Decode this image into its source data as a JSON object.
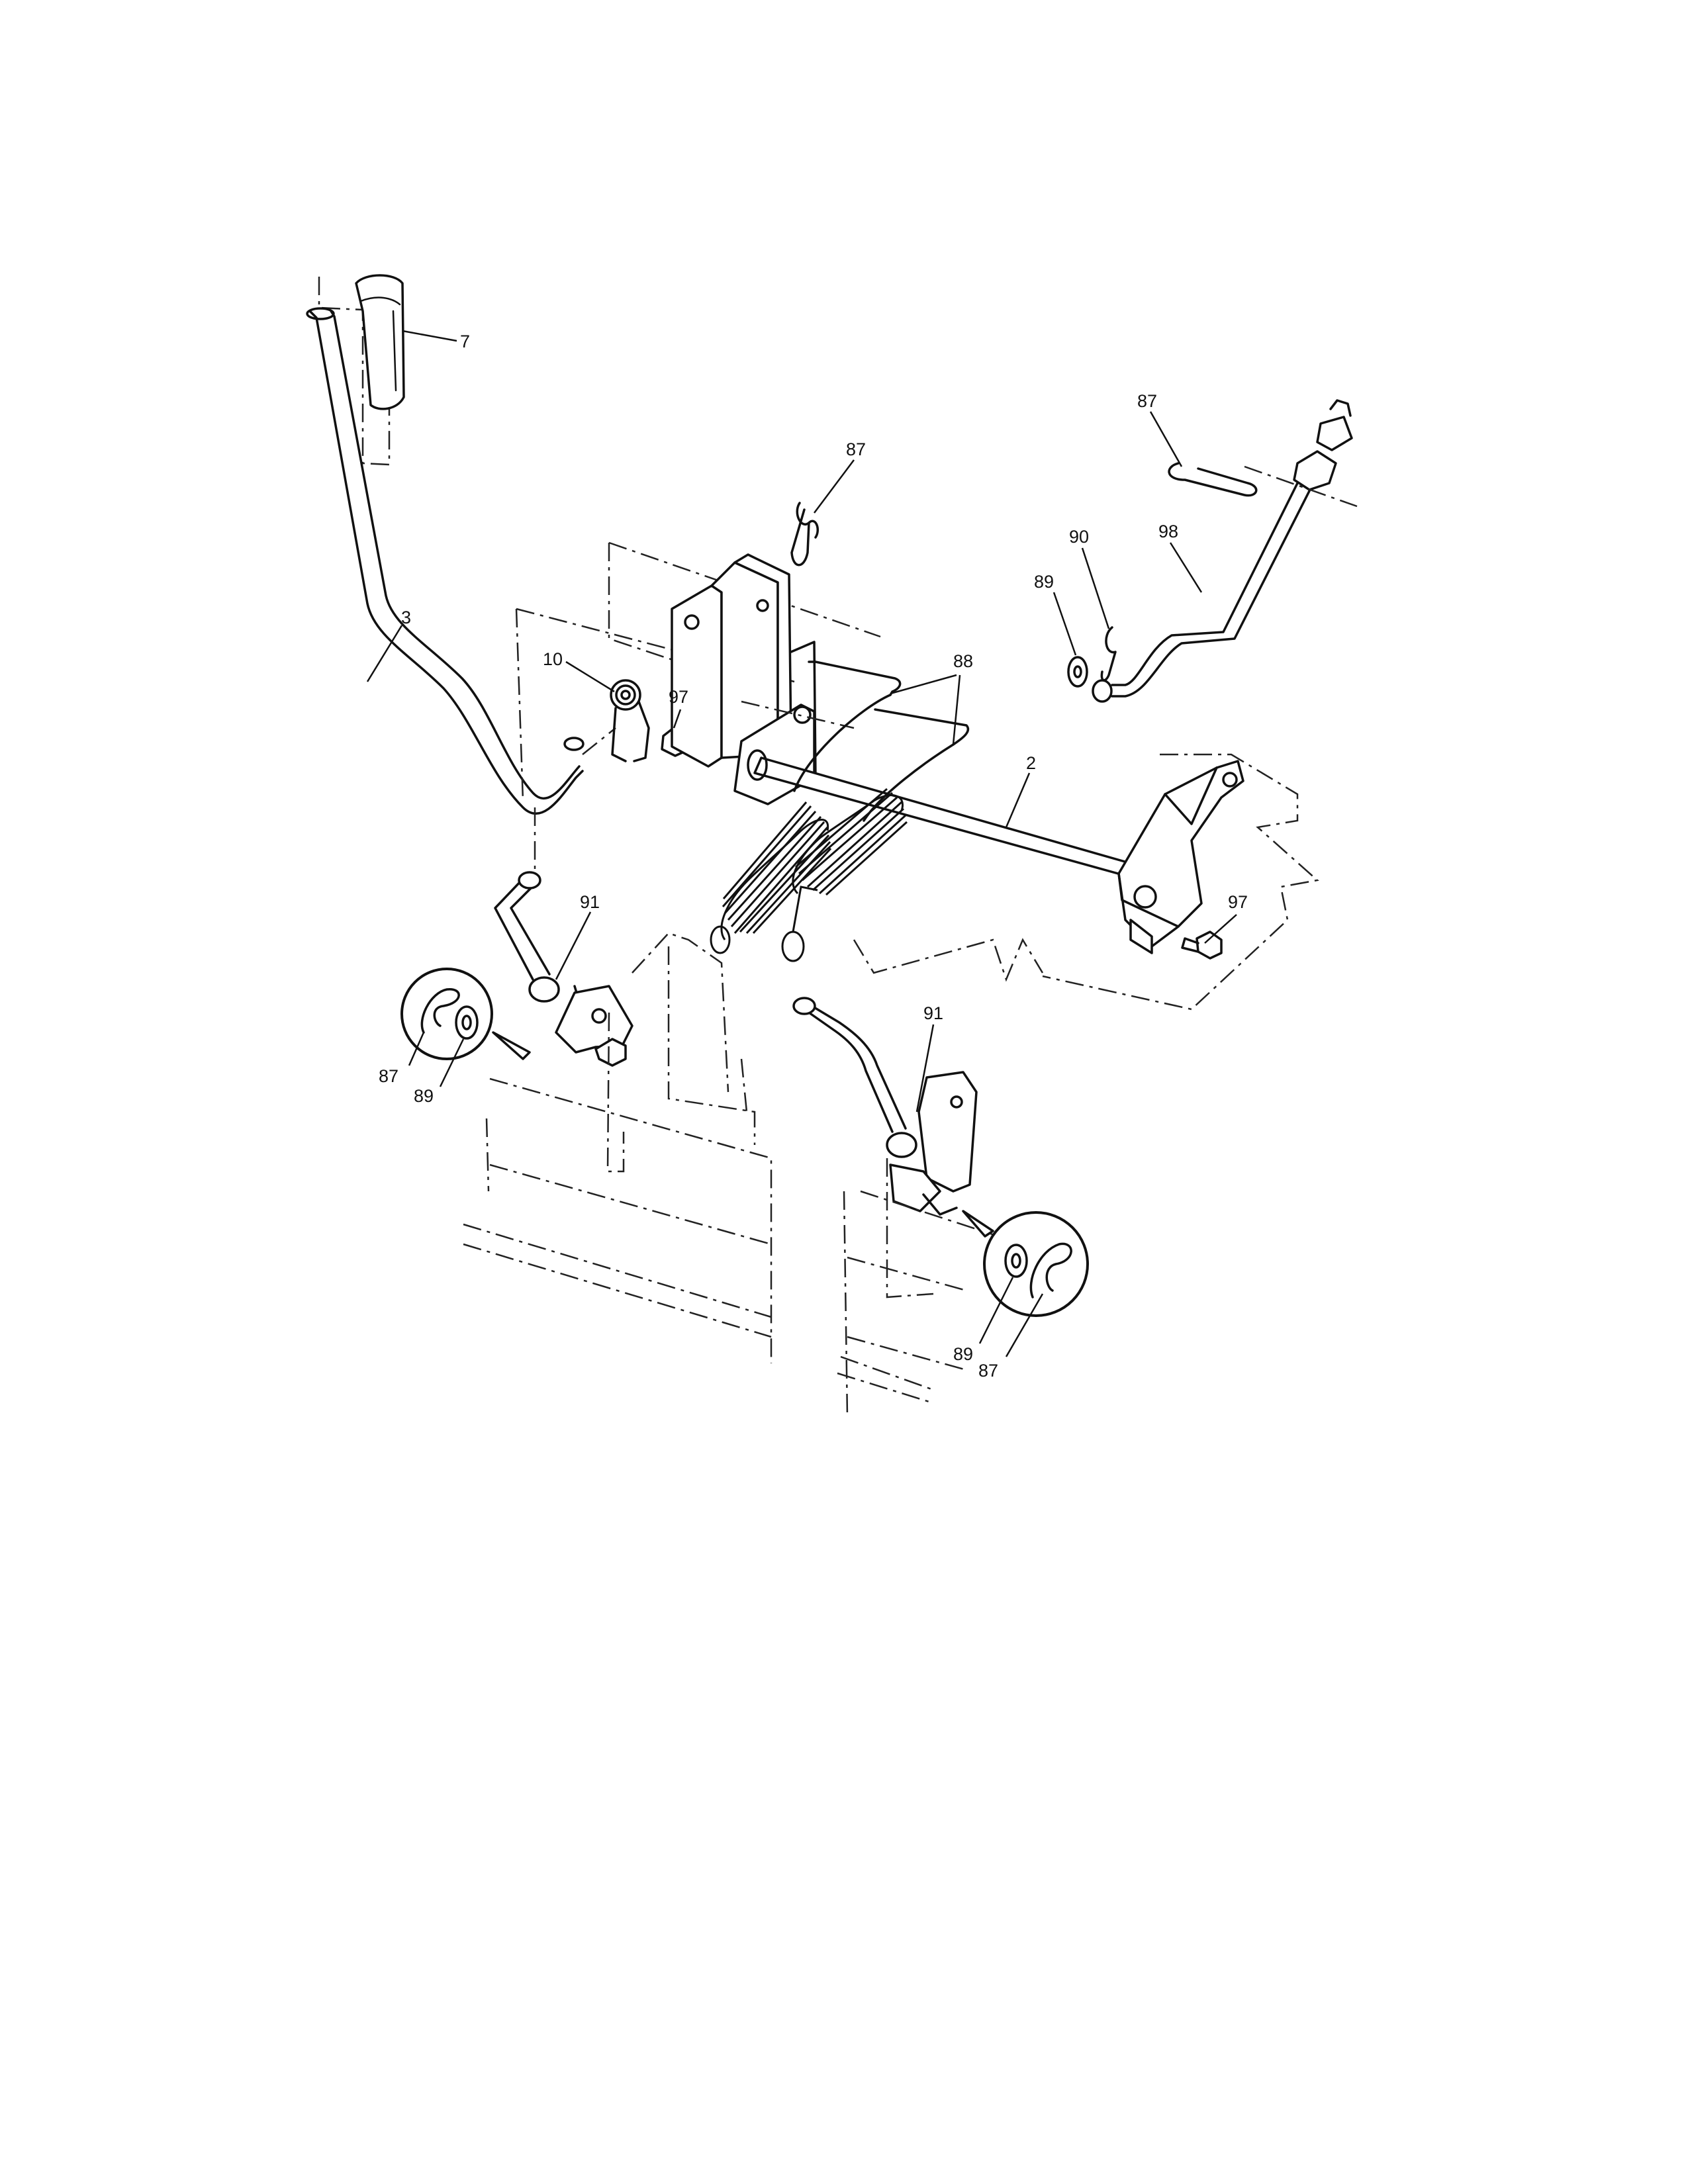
{
  "callouts": {
    "c7": "7",
    "c3": "3",
    "c10": "10",
    "c97a": "97",
    "c87a": "87",
    "c88": "88",
    "c2": "2",
    "c87b": "87",
    "c90": "90",
    "c89a": "89",
    "c98": "98",
    "c97b": "97",
    "c91a": "91",
    "c87c": "87",
    "c89b": "89",
    "c91b": "91",
    "c89c": "89",
    "c87d": "87"
  }
}
